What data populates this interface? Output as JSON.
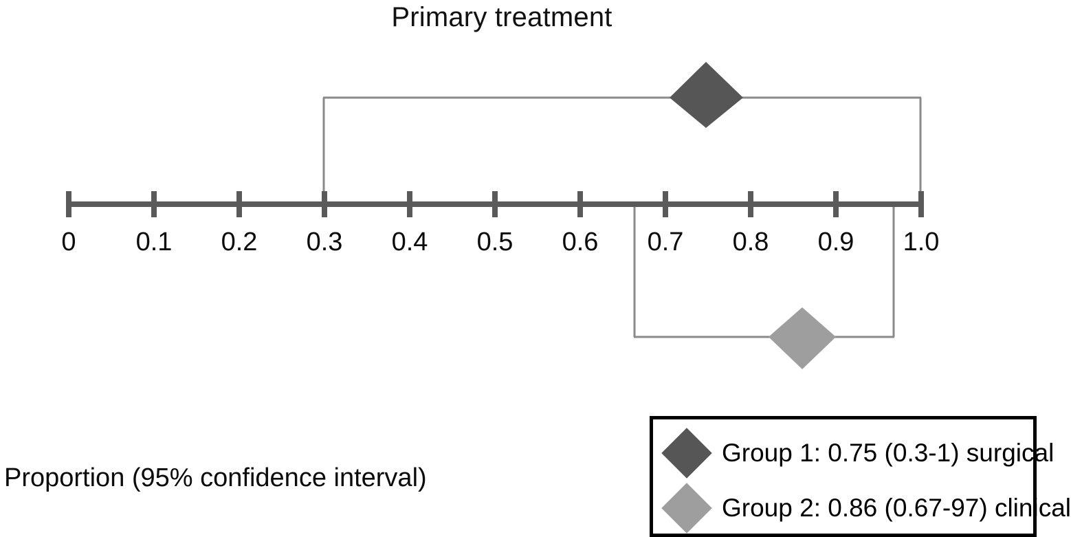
{
  "figure": {
    "title": "Primary treatment",
    "axis_caption": "Proportion (95% confidence interval)"
  },
  "colors": {
    "group1_fill": "#565656",
    "group2_fill": "#9e9e9e",
    "axis": "#5a5a5a",
    "whisker": "#8a8a8a",
    "legend_border": "#000000",
    "text": "#0b0b0b"
  },
  "axis": {
    "ticks": [
      "0",
      "0.1",
      "0.2",
      "0.3",
      "0.4",
      "0.5",
      "0.6",
      "0.7",
      "0.8",
      "0.9",
      "1.0"
    ],
    "min": 0,
    "max": 1.0,
    "step": 0.1
  },
  "legend": {
    "items": [
      {
        "marker": "dark-diamond",
        "label": "Group 1: 0.75 (0.3-1) surgical"
      },
      {
        "marker": "light-diamond",
        "label": "Group 2: 0.86 (0.67-97) clinical"
      }
    ]
  },
  "chart_data": {
    "type": "forest",
    "title": "Primary treatment",
    "xlabel": "Proportion (95% confidence interval)",
    "ylabel": "",
    "xlim": [
      0,
      1.0
    ],
    "xticks": [
      0,
      0.1,
      0.2,
      0.3,
      0.4,
      0.5,
      0.6,
      0.7,
      0.8,
      0.9,
      1.0
    ],
    "xtick_labels": [
      "0",
      "0.1",
      "0.2",
      "0.3",
      "0.4",
      "0.5",
      "0.6",
      "0.7",
      "0.8",
      "0.9",
      "1.0"
    ],
    "grid": false,
    "legend_position": "bottom-right",
    "series": [
      {
        "name": "Group 1: 0.75 (0.3-1) surgical",
        "group": "Group 1",
        "treatment": "surgical",
        "estimate": 0.75,
        "ci_low": 0.3,
        "ci_high": 1.0,
        "ci_text": "(0.3-1)",
        "marker": "diamond",
        "color": "#565656",
        "placement": "above-axis"
      },
      {
        "name": "Group 2: 0.86 (0.67-97) clinical",
        "group": "Group 2",
        "treatment": "clinical",
        "estimate": 0.86,
        "ci_low": 0.67,
        "ci_high": 0.97,
        "ci_text": "(0.67-97)",
        "marker": "diamond",
        "color": "#9e9e9e",
        "placement": "below-axis"
      }
    ]
  }
}
